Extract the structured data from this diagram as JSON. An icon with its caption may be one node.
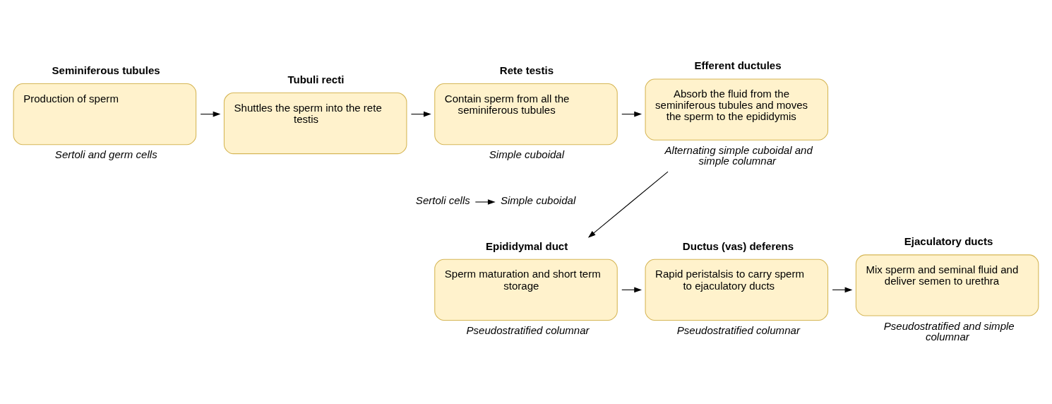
{
  "diagram": {
    "nodes": [
      {
        "text": [
          "Seminiferous tubules",
          "Production of sperm"
        ],
        "beside": [
          "Sertoli and germ cells"
        ]
      },
      {
        "text": [
          "Tubuli recti",
          "Shuttles the sperm into the rete testis"
        ]
      },
      {
        "text": [
          "Sertoli cells"
        ]
      },
      {
        "text": [
          "Simple cuboidal"
        ]
      },
      {
        "text": [
          "Rete testis",
          "Contain sperm from all the seminiferous tubules"
        ],
        "beside": [
          "Simple cuboidal"
        ]
      },
      {
        "text": [
          "Efferent ductules",
          "Absorb the fluid from the seminiferous tubules and moves the sperm to the epididymis"
        ],
        "beside": [
          "Alternating simple cuboidal and simple columnar"
        ]
      },
      {
        "text": [
          "Epididymal duct",
          "Sperm maturation and short term storage"
        ],
        "beside": [
          "Pseudostratified columnar"
        ]
      },
      {
        "text": [
          "Ductus (vas) deferens",
          "Rapid peristalsis to carry sperm to ejaculatory ducts"
        ],
        "beside": [
          "Pseudostratified columnar"
        ]
      },
      {
        "text": [
          "Ejaculatory ducts",
          "Mix sperm and seminal fluid and deliver semen to urethra"
        ],
        "beside": [
          "Pseudostratified and simple columnar"
        ]
      }
    ],
    "edges": [
      {
        "from": 0,
        "to": 1,
        "arrow": "to"
      },
      {
        "from": 1,
        "to": 4,
        "arrow": "to"
      },
      {
        "from": 2,
        "to": 3,
        "arrow": "to"
      },
      {
        "from": 4,
        "to": 5,
        "arrow": "to"
      },
      {
        "from": 5,
        "to": 6,
        "arrow": "to"
      },
      {
        "from": 6,
        "to": 7,
        "arrow": "to"
      },
      {
        "from": 7,
        "to": 8,
        "arrow": "to"
      }
    ]
  }
}
